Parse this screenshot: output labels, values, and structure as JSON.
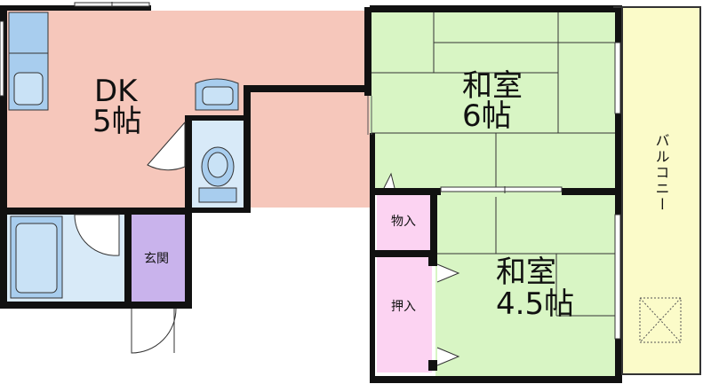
{
  "colors": {
    "dk": "#f6c7bb",
    "washitsu": "#d8f5c4",
    "genkan": "#c9b3ec",
    "closet": "#fcd3f2",
    "balcony": "#fbfbc9",
    "wet": "#d8eaf8",
    "fixture": "#a8cdee",
    "wall": "#111111"
  },
  "rooms": {
    "dk": {
      "line1": "DK",
      "line2": "5帖"
    },
    "washitsu6": {
      "line1": "和室",
      "line2": "6帖"
    },
    "washitsu45": {
      "line1": "和室",
      "line2": "4.5帖"
    },
    "genkan": {
      "label": "玄関"
    },
    "monoire": {
      "label": "物入"
    },
    "oshiire": {
      "label": "押入"
    },
    "balcony": {
      "label": "バルコニー"
    }
  },
  "icons": [
    "kitchen-sink-icon",
    "washbasin-icon",
    "toilet-icon",
    "bathtub-icon",
    "door-swing-icon",
    "hatch-icon"
  ]
}
